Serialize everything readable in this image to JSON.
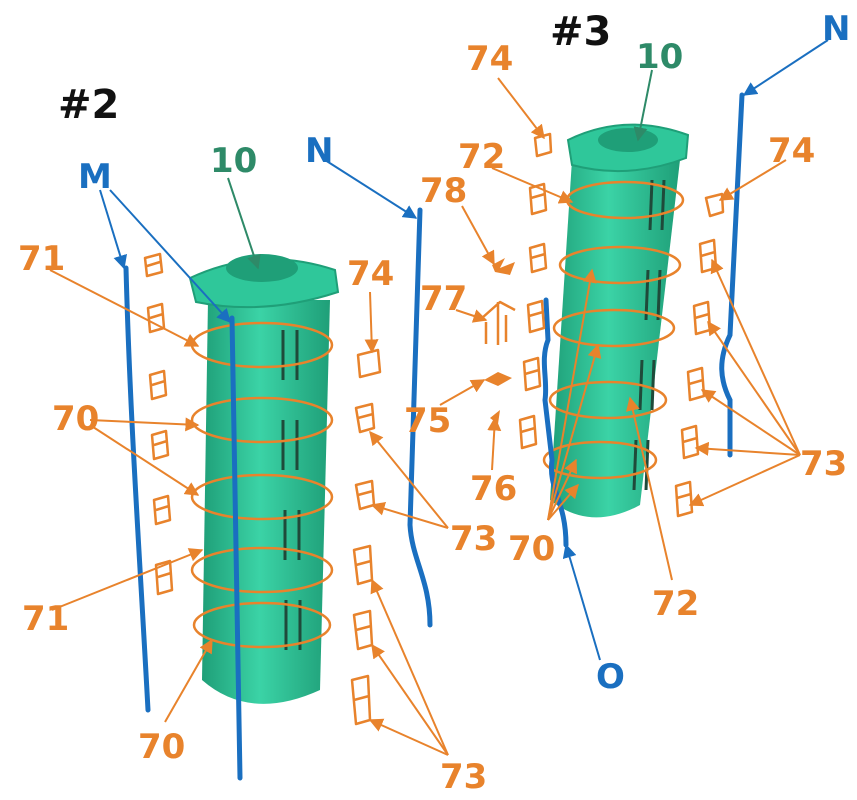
{
  "titles": {
    "assembly_2": "#2",
    "assembly_3": "#3"
  },
  "labels": {
    "body": "10",
    "helical_rib": "70",
    "ring_groove": "71",
    "ring_groove_b": "72",
    "clip": "73",
    "clip_top": "74",
    "diamond_part": "75",
    "small_tab": "76",
    "bracket": "77",
    "zigzag_part": "78",
    "wire_m": "M",
    "wire_n": "N",
    "wire_o": "O"
  },
  "colors": {
    "body": "#2fc79a",
    "body_dark": "#1f9f78",
    "part_orange": "#e8832c",
    "wire_blue": "#1a6fc0",
    "label_teal": "#2e8a68",
    "title": "#111111"
  }
}
